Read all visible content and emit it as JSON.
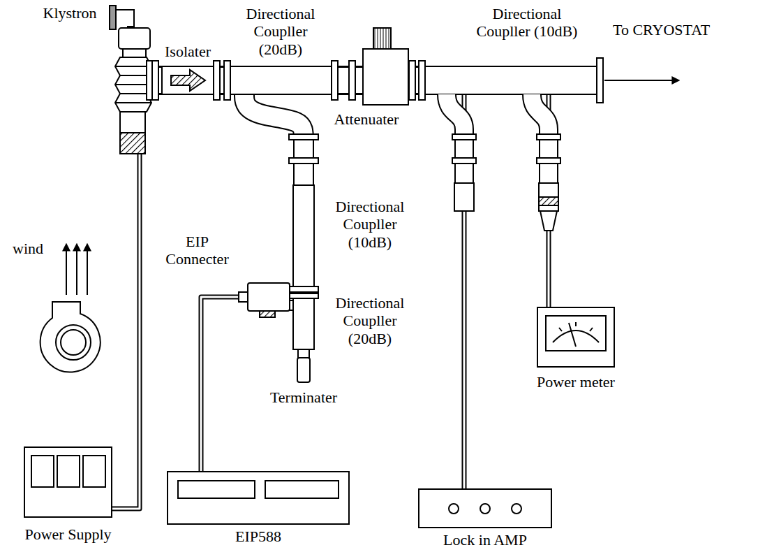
{
  "diagram": {
    "nodes": [
      {
        "text": [
          "Klystron"
        ]
      },
      {
        "text": [
          "Isolater"
        ]
      },
      {
        "text": [
          "Directional Coupller (20dB)"
        ]
      },
      {
        "text": [
          "Attenuater"
        ]
      },
      {
        "text": [
          "Directional Coupller (10dB)"
        ]
      },
      {
        "text": [
          "Directional Coupller (10dB)"
        ]
      },
      {
        "text": [
          "Directional Coupller (20dB)"
        ]
      },
      {
        "text": [
          "EIP Connecter"
        ]
      },
      {
        "text": [
          "Terminater"
        ]
      },
      {
        "text": [
          "Power meter"
        ]
      },
      {
        "text": [
          "Lock in AMP"
        ]
      },
      {
        "text": [
          "EIP588"
        ]
      },
      {
        "text": [
          "Power Supply"
        ]
      }
    ],
    "edges": [
      {
        "from": 0,
        "to": 1,
        "arrow": "none"
      },
      {
        "from": 1,
        "to": 2,
        "arrow": "none"
      },
      {
        "from": 2,
        "to": 3,
        "arrow": "none"
      },
      {
        "from": 3,
        "to": 4,
        "arrow": "none"
      },
      {
        "from": 2,
        "to": 5,
        "arrow": "none"
      },
      {
        "from": 5,
        "to": 6,
        "arrow": "none"
      },
      {
        "from": 6,
        "to": 8,
        "arrow": "none"
      },
      {
        "from": 6,
        "to": 7,
        "arrow": "none"
      },
      {
        "from": 7,
        "to": 11,
        "arrow": "none"
      },
      {
        "from": 4,
        "to": 10,
        "arrow": "none"
      },
      {
        "from": 4,
        "to": 9,
        "arrow": "none"
      },
      {
        "from": 12,
        "to": 0,
        "arrow": "none"
      }
    ],
    "labels": [
      "To CRYOSTAT",
      "wind"
    ]
  }
}
